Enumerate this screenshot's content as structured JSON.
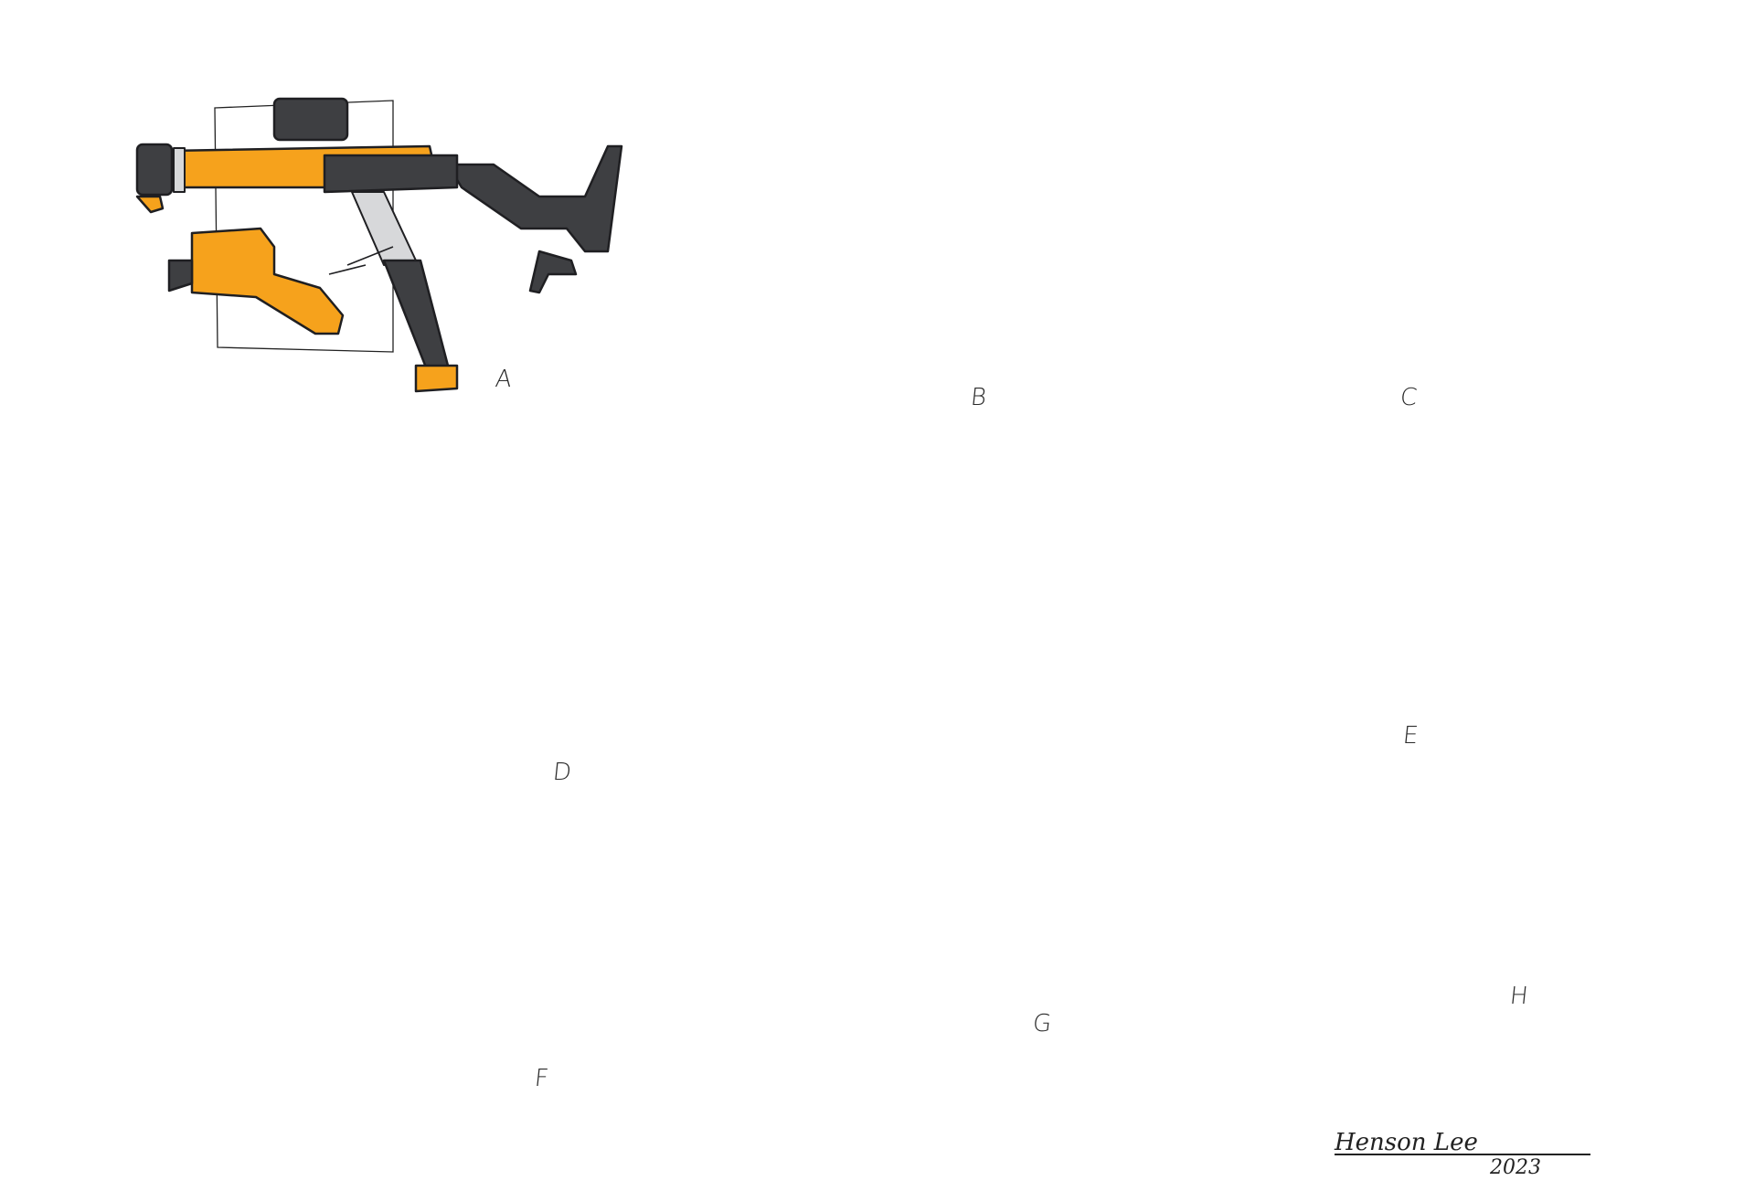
{
  "labels": {
    "a": "A",
    "b": "B",
    "c": "C",
    "d": "D",
    "e": "E",
    "f": "F",
    "g": "G",
    "h": "H"
  },
  "signature": {
    "name": "Henson Lee",
    "year": "2023"
  },
  "colors": {
    "orange": "#F6A21C",
    "dark": "#3E3F42",
    "mid": "#6B6C70",
    "light": "#D7D8DA",
    "line": "#1F1F22"
  }
}
